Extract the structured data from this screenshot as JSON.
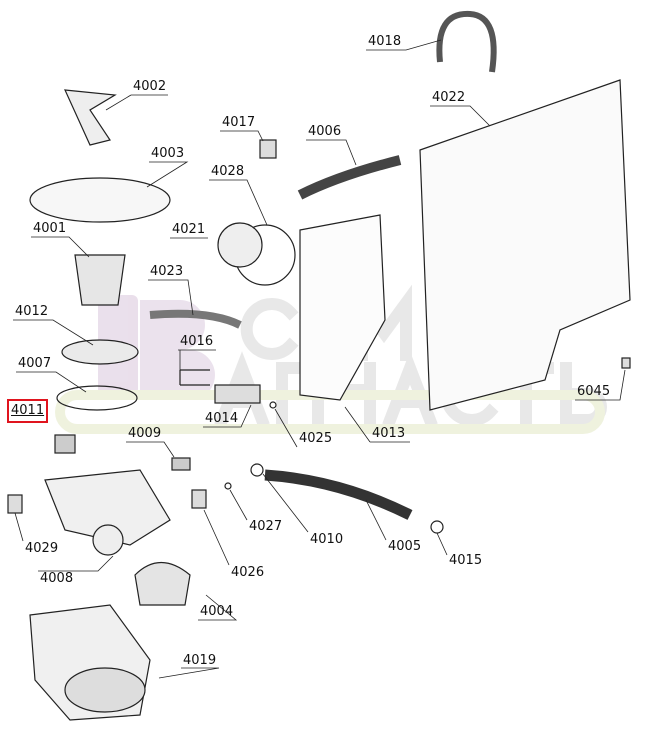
{
  "watermark": {
    "logo_text": "ВСЕМ ЗАПЧАСТЬ"
  },
  "highlight_color": "#e0141e",
  "highlighted_part": "4011",
  "parts": [
    {
      "id": "p4018",
      "label": "4018"
    },
    {
      "id": "p4002",
      "label": "4002"
    },
    {
      "id": "p4022",
      "label": "4022"
    },
    {
      "id": "p4017",
      "label": "4017"
    },
    {
      "id": "p4006",
      "label": "4006"
    },
    {
      "id": "p4003",
      "label": "4003"
    },
    {
      "id": "p4028",
      "label": "4028"
    },
    {
      "id": "p4001",
      "label": "4001"
    },
    {
      "id": "p4021",
      "label": "4021"
    },
    {
      "id": "p4023",
      "label": "4023"
    },
    {
      "id": "p4012",
      "label": "4012"
    },
    {
      "id": "p4016",
      "label": "4016"
    },
    {
      "id": "p4007",
      "label": "4007"
    },
    {
      "id": "p4011",
      "label": "4011"
    },
    {
      "id": "p6045",
      "label": "6045"
    },
    {
      "id": "p4014",
      "label": "4014"
    },
    {
      "id": "p4013",
      "label": "4013"
    },
    {
      "id": "p4025",
      "label": "4025"
    },
    {
      "id": "p4009",
      "label": "4009"
    },
    {
      "id": "p4027",
      "label": "4027"
    },
    {
      "id": "p4010",
      "label": "4010"
    },
    {
      "id": "p4005",
      "label": "4005"
    },
    {
      "id": "p4015",
      "label": "4015"
    },
    {
      "id": "p4029",
      "label": "4029"
    },
    {
      "id": "p4026",
      "label": "4026"
    },
    {
      "id": "p4008",
      "label": "4008"
    },
    {
      "id": "p4004",
      "label": "4004"
    },
    {
      "id": "p4019",
      "label": "4019"
    }
  ]
}
